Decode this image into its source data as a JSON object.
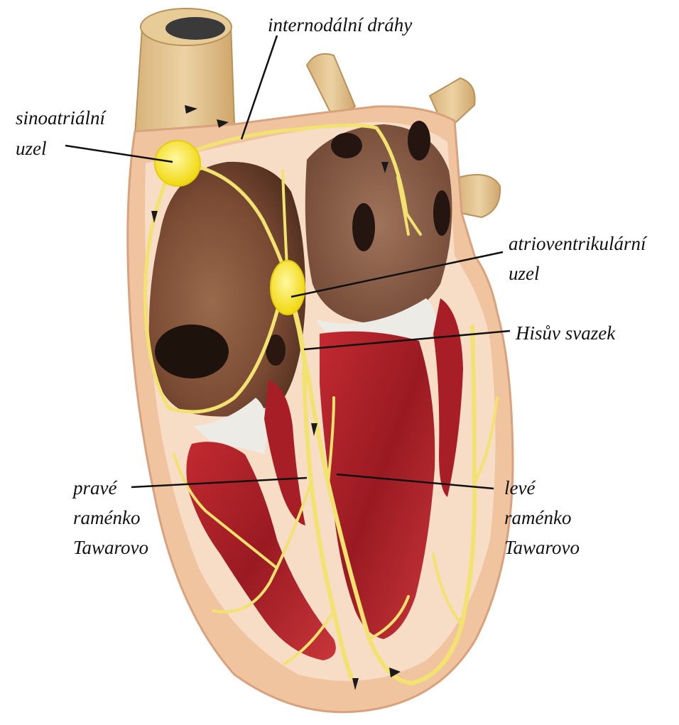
{
  "labels": {
    "internodal": "internodální dráhy",
    "sa_line1": "sinoatriální",
    "sa_line2": "uzel",
    "av_line1": "atrioventrikulární",
    "av_line2": "uzel",
    "his": "Hisův svazek",
    "right_line1": "pravé",
    "right_line2": "raménko",
    "right_line3": "Tawarovo",
    "left_line1": "levé",
    "left_line2": "raménko",
    "left_line3": "Tawarovo"
  },
  "colors": {
    "vessel": "#e3c48f",
    "vessel_dark": "#c9a46a",
    "outer_wall": "#f3c7a3",
    "wall_inner": "#f8e0cc",
    "atrium": "#8a5a3f",
    "atrium_dark": "#3b2016",
    "ventricle": "#b2202a",
    "ventricle_dark": "#6d1018",
    "conduction": "#f2e270",
    "node": "#f6e21c",
    "valve": "#eeeeea"
  }
}
